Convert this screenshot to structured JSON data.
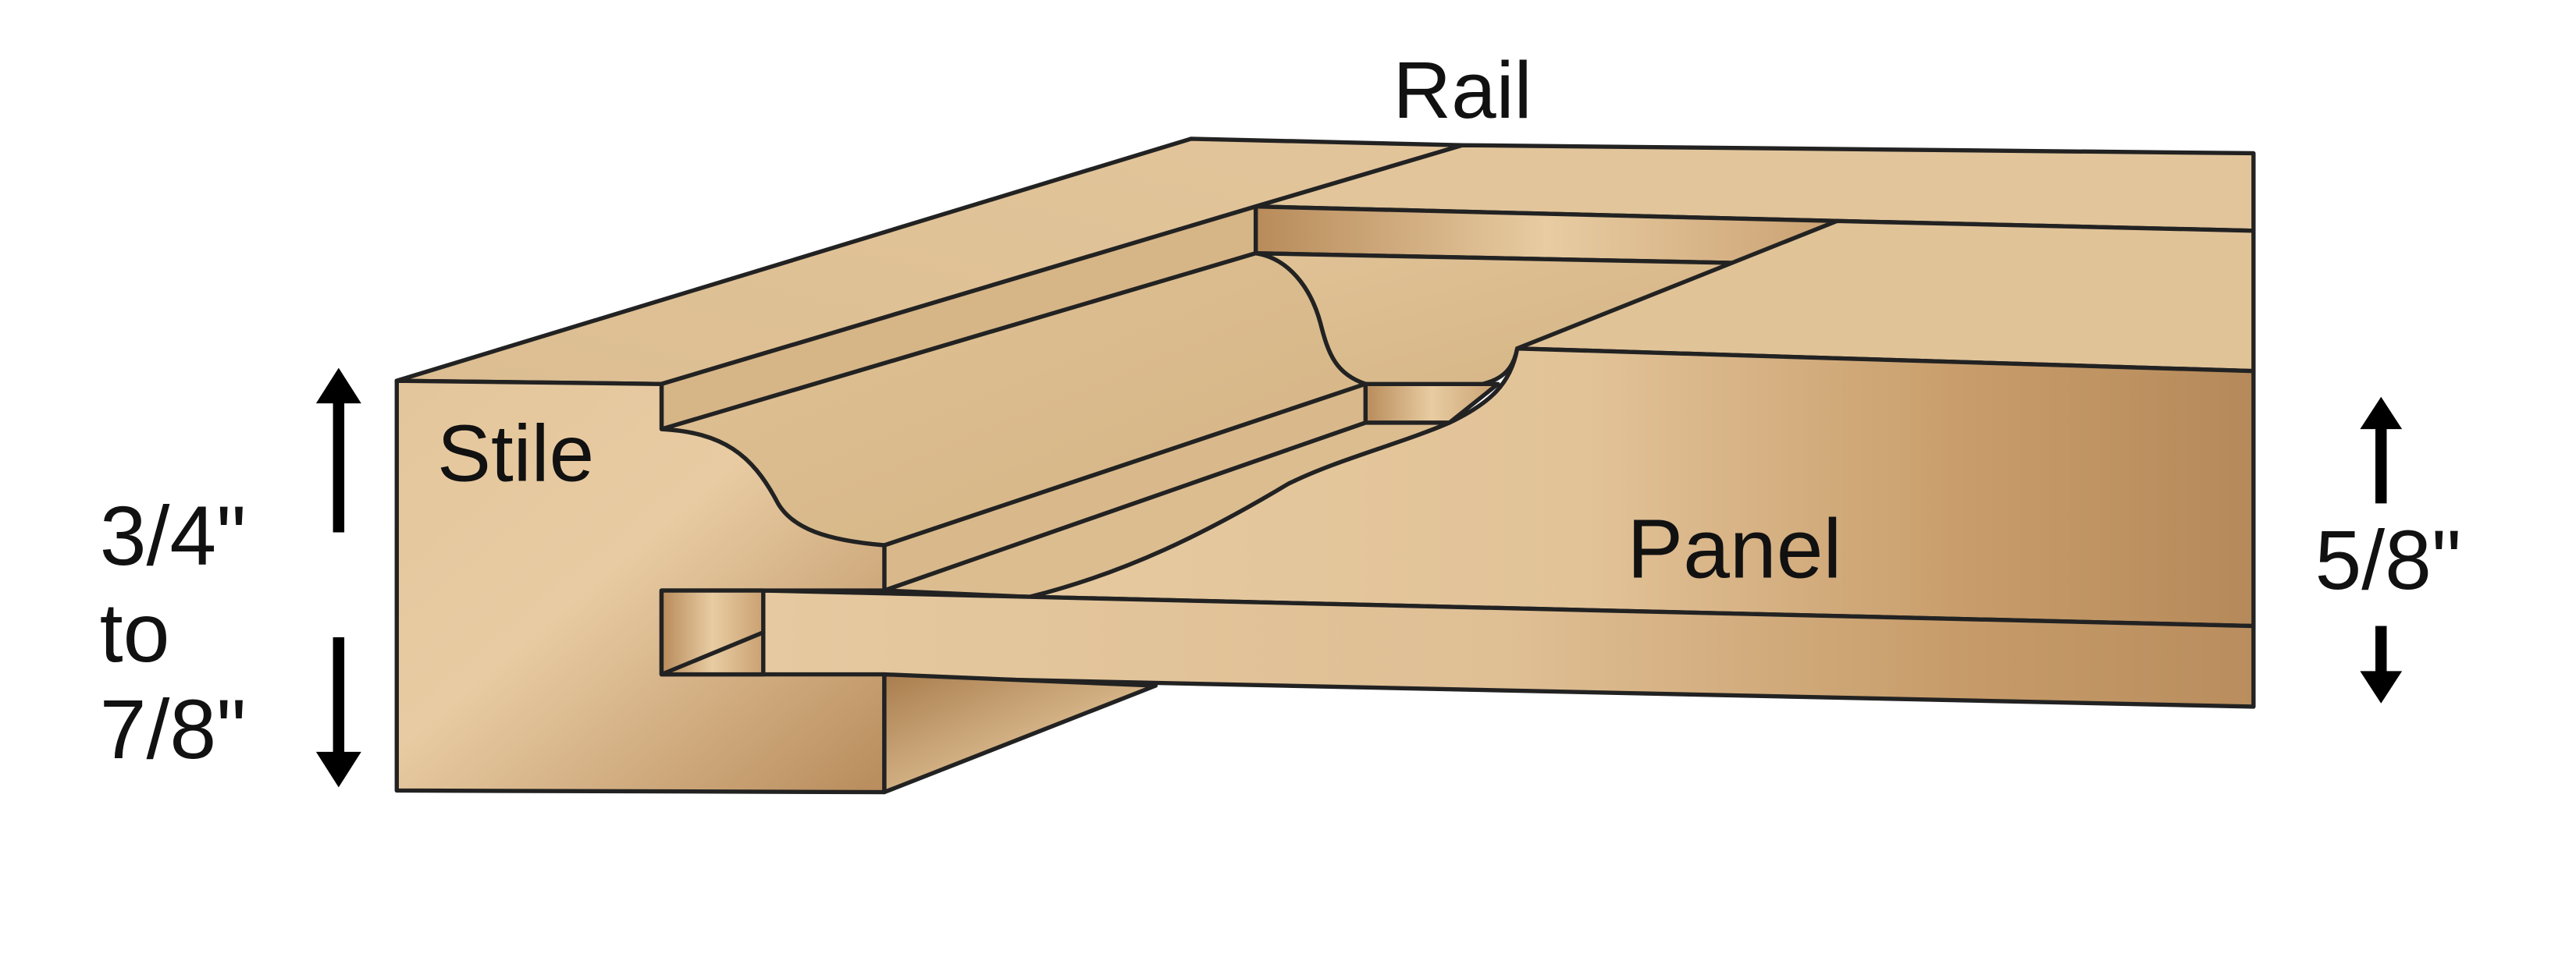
{
  "labels": {
    "rail": "Rail",
    "stile": "Stile",
    "panel": "Panel",
    "left_dim": [
      "3/4\"",
      "to",
      "7/8\""
    ],
    "right_dim": "5/8\""
  },
  "colors": {
    "wood_light": "#e6c99f",
    "wood_mid": "#d8b98c",
    "wood_dark": "#b08556",
    "outline": "#222222",
    "text": "#111111",
    "arrow": "#000000"
  }
}
